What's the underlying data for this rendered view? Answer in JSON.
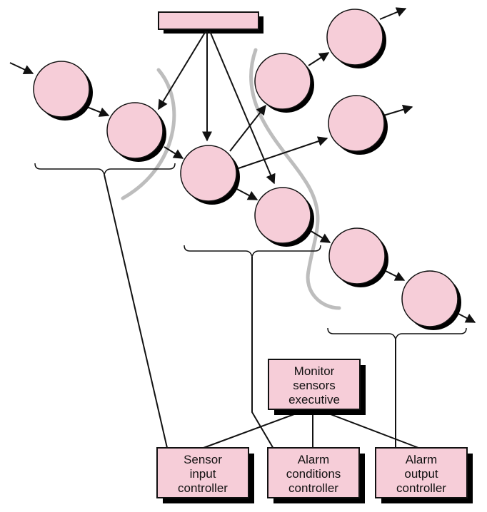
{
  "colors": {
    "node_fill": "#f6cdd8",
    "shadow": "#111111",
    "line": "#111111",
    "boundary": "#b8b8b8",
    "box_fill": "#f6cdd8"
  },
  "boxes": {
    "executive": {
      "lines": [
        "Monitor",
        "sensors",
        "executive"
      ]
    },
    "sensor_input": {
      "lines": [
        "Sensor",
        "input",
        "controller"
      ]
    },
    "alarm_conditions": {
      "lines": [
        "Alarm",
        "conditions",
        "controller"
      ]
    },
    "alarm_output": {
      "lines": [
        "Alarm",
        "output",
        "controller"
      ]
    }
  }
}
